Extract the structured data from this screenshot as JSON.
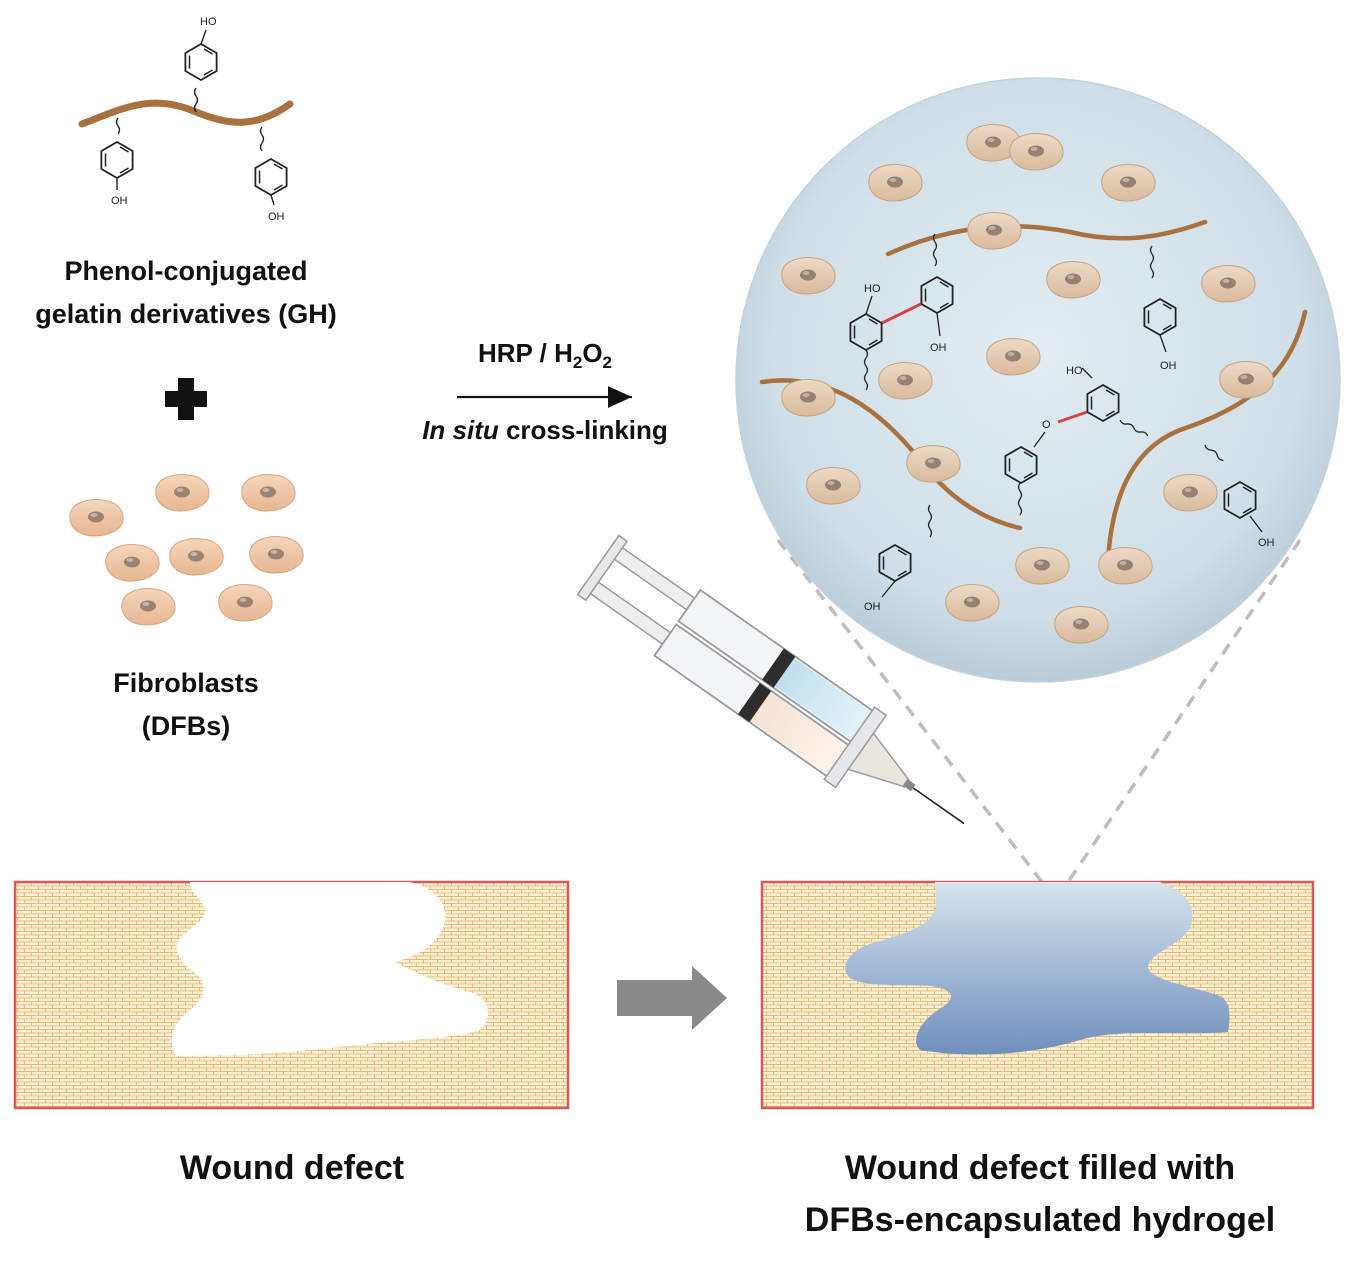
{
  "labels": {
    "polymer": [
      "Phenol-conjugated",
      "gelatin derivatives (GH)"
    ],
    "cells": [
      "Fibroblasts",
      "(DFBs)"
    ],
    "reagent": {
      "prefix": "HRP / H",
      "sub1": "2",
      "mid": "O",
      "sub2": "2",
      "italic": "In situ",
      "rest": " cross-linking"
    },
    "wound_left": "Wound defect",
    "wound_right": [
      "Wound defect filled with",
      "DFBs-encapsulated hydrogel"
    ]
  },
  "chem_labels": {
    "hydroxyl": "OH",
    "hydroxyl_alt": "HO",
    "ether_o": "O"
  },
  "colors": {
    "polymer": "#a8713f",
    "cell_fill": "#efc7a5",
    "cell_nucleus": "#9c8270",
    "tissue": "#f7dfa9",
    "tissue_border": "#d9595a",
    "hydrogel": "#8fa9cc",
    "bubble": "#d3e2eb",
    "crosslink": "#d24545",
    "arrow_gray": "#8a8a8a"
  }
}
